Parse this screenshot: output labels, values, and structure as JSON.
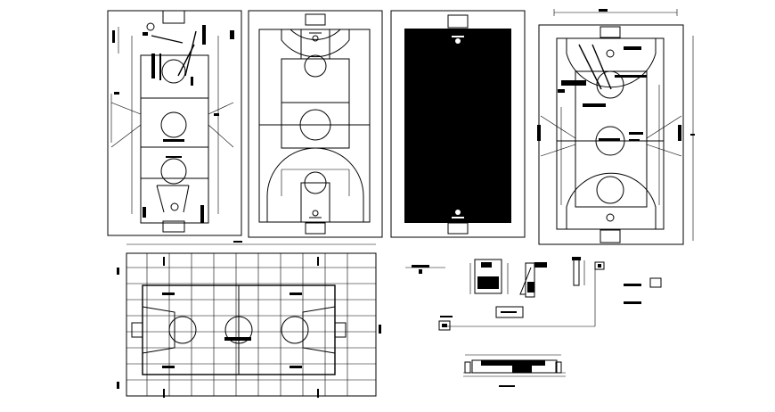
{
  "drawing": {
    "background": "#ffffff",
    "ink": "#000000",
    "panels": [
      "court-plan-dimensioned",
      "court-plan-markings",
      "court-plan-filled",
      "court-plan-annotated",
      "court-layout-grid",
      "construction-details"
    ]
  }
}
